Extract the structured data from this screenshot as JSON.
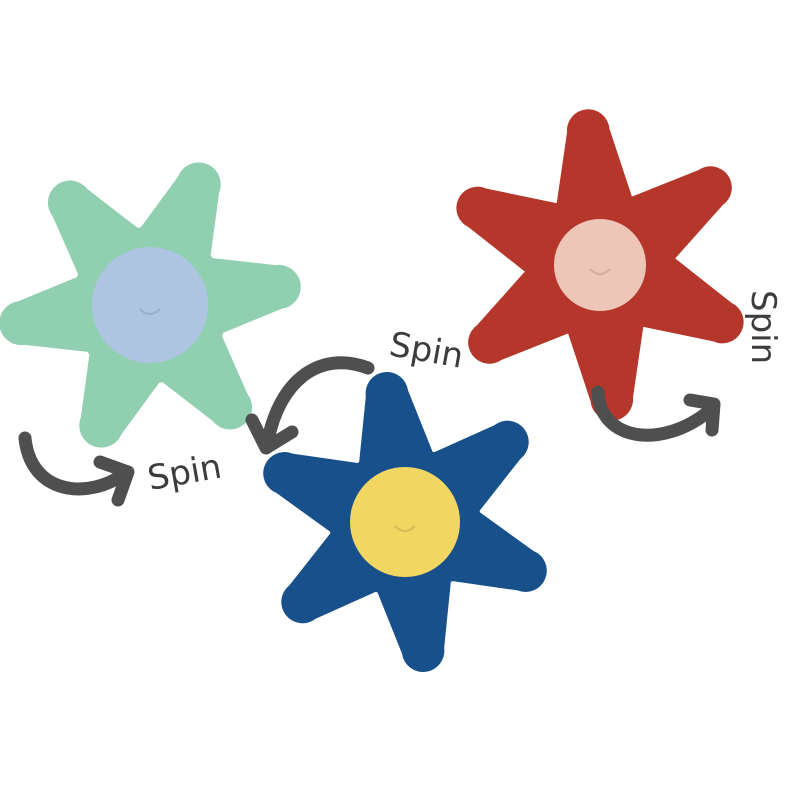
{
  "labels": [
    "Spin",
    "Spin",
    "Spin"
  ],
  "colors": {
    "arrow": "#4f4f4f",
    "text": "#3c3c3c"
  },
  "flowers": [
    {
      "name": "green-flower-spinner",
      "petal": "#90cfb0",
      "center": "#aec5e2"
    },
    {
      "name": "red-flower-spinner",
      "petal": "#b5362a",
      "center": "#eec6b8"
    },
    {
      "name": "blue-flower-spinner",
      "petal": "#17508a",
      "center": "#f2d662"
    }
  ]
}
